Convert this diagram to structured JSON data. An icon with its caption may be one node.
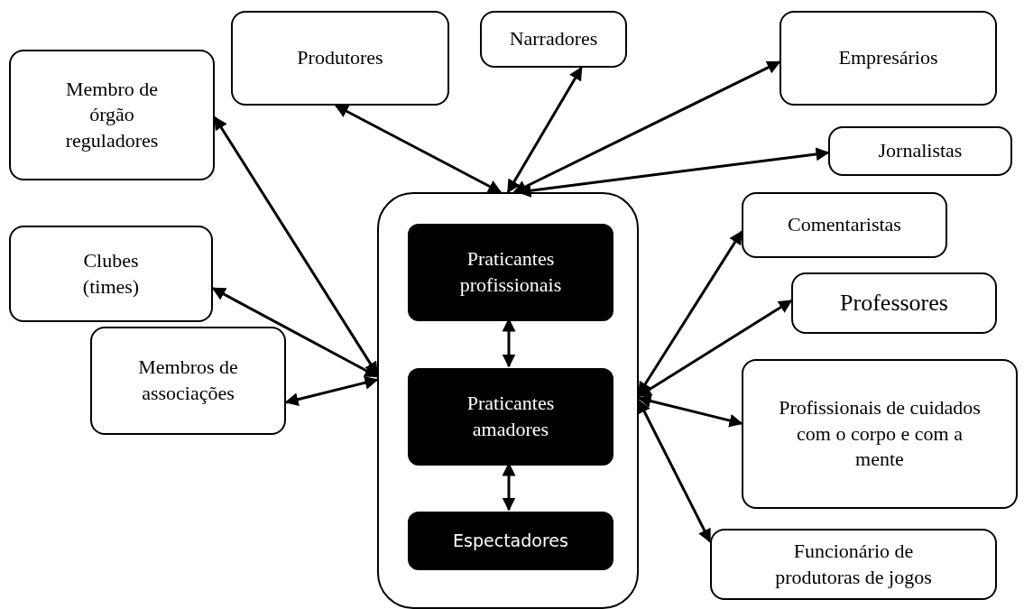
{
  "diagram": {
    "nodes": [
      {
        "text": [
          "Membro de órgão reguladores"
        ]
      },
      {
        "text": [
          "Produtores"
        ]
      },
      {
        "text": [
          "Narradores"
        ]
      },
      {
        "text": [
          "Empresários"
        ]
      },
      {
        "text": [
          "Jornalistas"
        ]
      },
      {
        "text": [
          "Clubes (times)"
        ]
      },
      {
        "text": [
          "Membros de associações"
        ]
      },
      {
        "text": [],
        "shape": "box"
      },
      {
        "text": [
          "Praticantes profissionais"
        ],
        "in": 7
      },
      {
        "text": [
          "Praticantes amadores"
        ],
        "in": 7
      },
      {
        "text": [
          "Espectadores"
        ],
        "in": 7
      },
      {
        "text": [
          "Comentaristas"
        ]
      },
      {
        "text": [
          "Professores"
        ]
      },
      {
        "text": [
          "Profissionais de cuidados com o corpo e com a mente"
        ]
      },
      {
        "text": [
          "Funcionário de produtoras de jogos"
        ]
      }
    ],
    "edges": [
      {
        "from": 7,
        "to": 0,
        "arrow": "both"
      },
      {
        "from": 7,
        "to": 1,
        "arrow": "both"
      },
      {
        "from": 7,
        "to": 2,
        "arrow": "both"
      },
      {
        "from": 7,
        "to": 3,
        "arrow": "both"
      },
      {
        "from": 7,
        "to": 4,
        "arrow": "both"
      },
      {
        "from": 7,
        "to": 5,
        "arrow": "both"
      },
      {
        "from": 7,
        "to": 6,
        "arrow": "both"
      },
      {
        "from": 8,
        "to": 9,
        "arrow": "both"
      },
      {
        "from": 9,
        "to": 10,
        "arrow": "both"
      },
      {
        "from": 7,
        "to": 11,
        "arrow": "both"
      },
      {
        "from": 7,
        "to": 12,
        "arrow": "both"
      },
      {
        "from": 7,
        "to": 13,
        "arrow": "both"
      },
      {
        "from": 7,
        "to": 14,
        "arrow": "both"
      }
    ]
  }
}
